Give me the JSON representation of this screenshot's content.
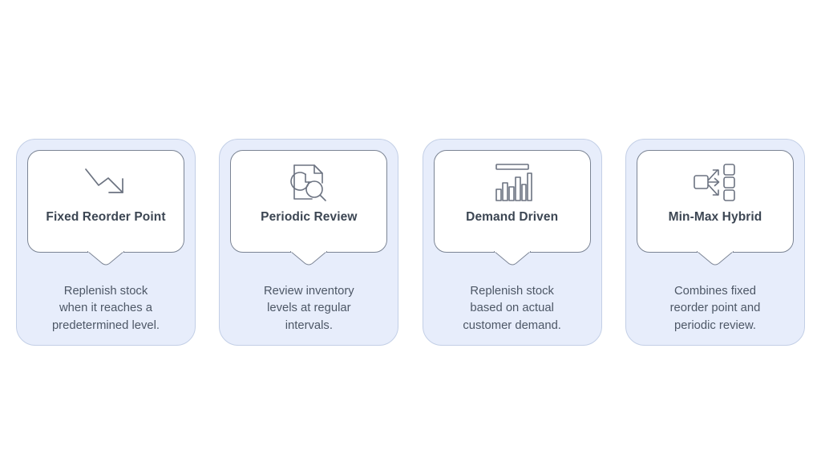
{
  "page": {
    "background_color": "#ffffff",
    "card_fill_color": "#e7edfb",
    "card_border_color": "#c3cfe6",
    "bubble_fill_color": "#ffffff",
    "bubble_border_color": "#7b8494",
    "title_color": "#3c4653",
    "body_color": "#4d5766",
    "icon_stroke_color": "#6b7280"
  },
  "cards": [
    {
      "icon": "declining-trend-arrow-icon",
      "title": "Fixed Reorder Point",
      "description": "Replenish stock when it reaches a predetermined level.",
      "description_lines": [
        "Replenish stock",
        "when it reaches a",
        "predetermined level."
      ]
    },
    {
      "icon": "document-clock-search-icon",
      "title": "Periodic Review",
      "description": "Review inventory levels at regular intervals.",
      "description_lines": [
        "Review inventory",
        "levels at regular",
        "intervals."
      ]
    },
    {
      "icon": "bar-chart-icon",
      "title": "Demand Driven",
      "description": "Replenish stock based on actual customer demand.",
      "description_lines": [
        "Replenish stock",
        "based on actual",
        "customer demand."
      ]
    },
    {
      "icon": "distribution-branching-icon",
      "title": "Min-Max Hybrid",
      "description": "Combines fixed reorder point and periodic review.",
      "description_lines": [
        "Combines fixed",
        "reorder point and",
        "periodic review."
      ]
    }
  ]
}
